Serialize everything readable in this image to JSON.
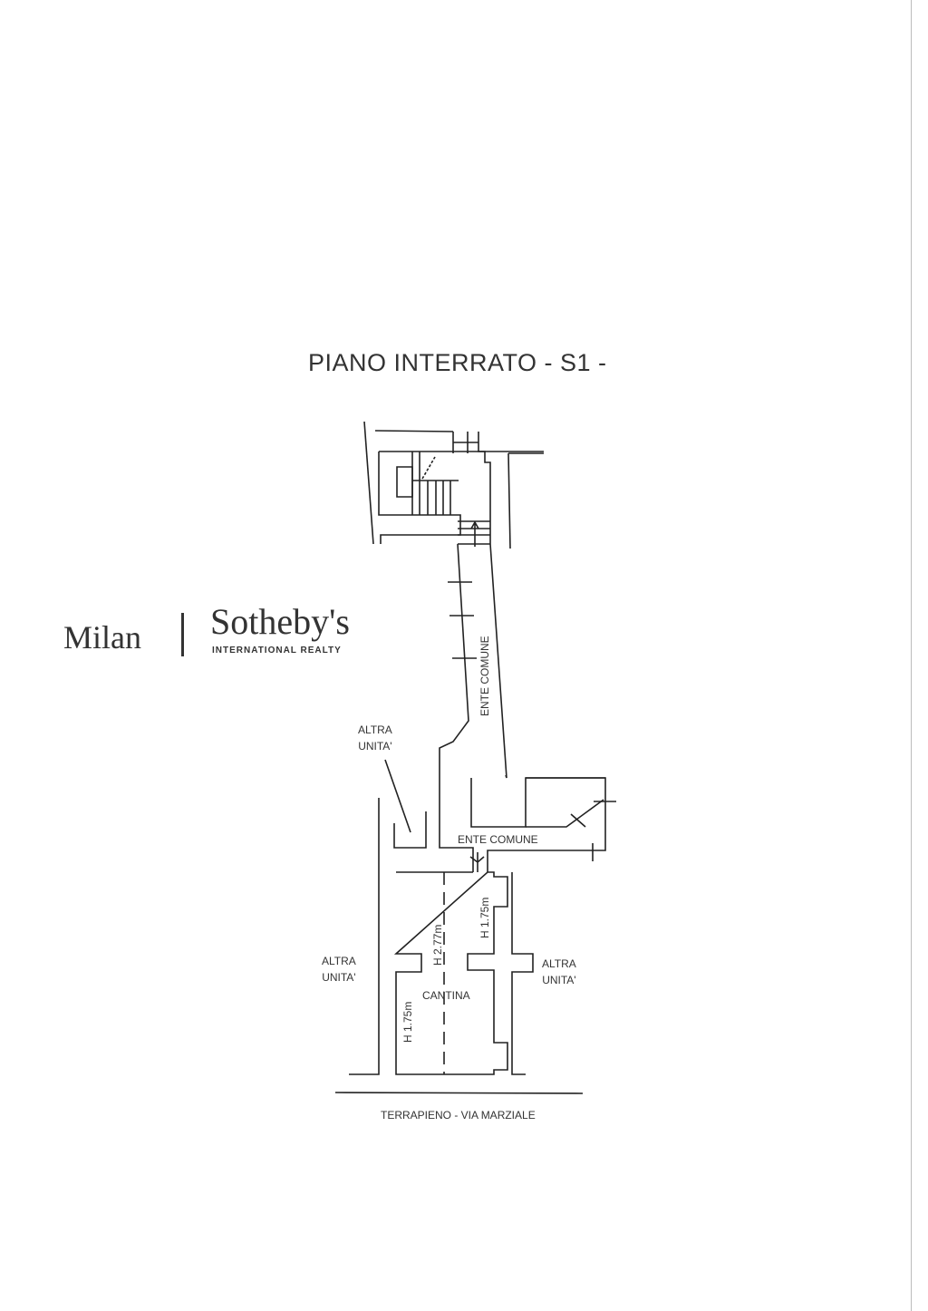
{
  "title": "PIANO INTERRATO - S1 -",
  "logo": {
    "city": "Milan",
    "brand": "Sotheby's",
    "subtitle": "INTERNATIONAL REALTY"
  },
  "labels": {
    "ente_comune_vertical": "ENTE COMUNE",
    "ente_comune_horizontal": "ENTE COMUNE",
    "altra_unita_top": "ALTRA\nUNITA'",
    "altra_unita_left": "ALTRA\nUNITA'",
    "altra_unita_right": "ALTRA\nUNITA'",
    "cantina": "CANTINA",
    "height_center": "H 2.77m",
    "height_right": "H 1.75m",
    "height_left": "H 1.75m",
    "street": "TERRAPIENO - VIA MARZIALE"
  }
}
